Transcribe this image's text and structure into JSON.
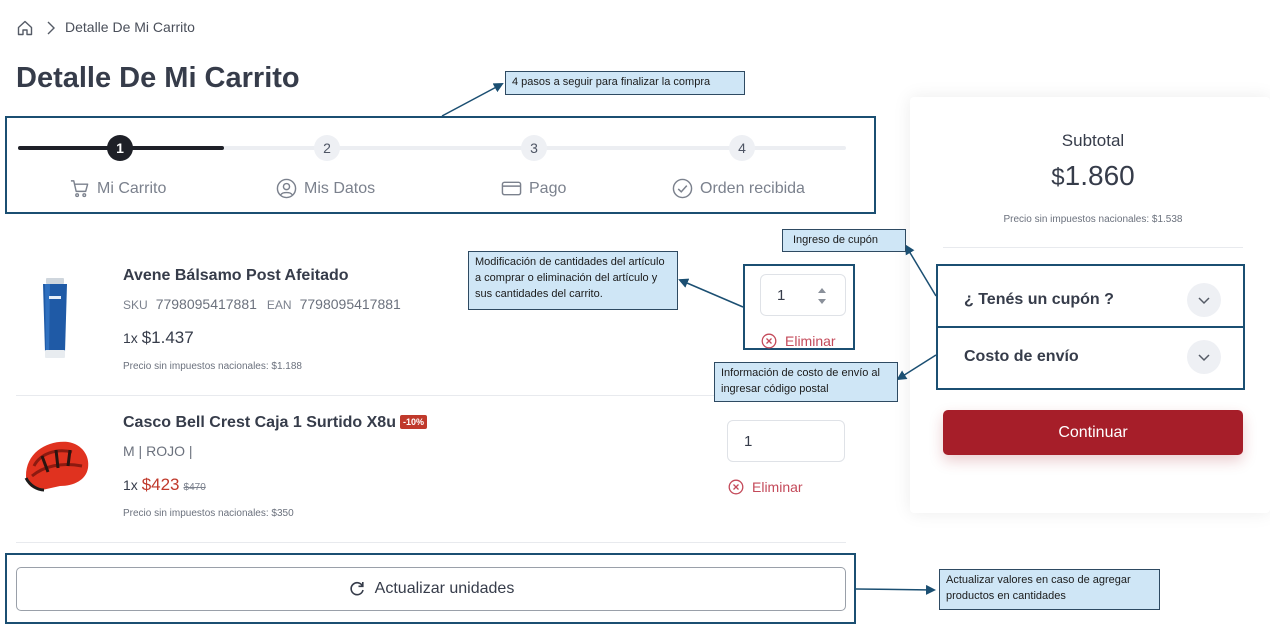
{
  "breadcrumb": {
    "home_icon": "home-icon",
    "current": "Detalle De Mi Carrito"
  },
  "page_title": "Detalle De Mi Carrito",
  "steps": [
    {
      "number": "1",
      "label": "Mi Carrito",
      "icon": "cart-icon"
    },
    {
      "number": "2",
      "label": "Mis Datos",
      "icon": "user-circle-icon"
    },
    {
      "number": "3",
      "label": "Pago",
      "icon": "credit-card-icon"
    },
    {
      "number": "4",
      "label": "Orden recibida",
      "icon": "check-circle-icon"
    }
  ],
  "items": [
    {
      "name": "Avene Bálsamo Post Afeitado",
      "sku_label": "SKU",
      "sku": "7798095417881",
      "ean_label": "EAN",
      "ean": "7798095417881",
      "qty_prefix": "1x",
      "currency": "$",
      "price": "1.437",
      "tax_note": "Precio sin impuestos nacionales: $1.188",
      "quantity": "1",
      "remove_label": "Eliminar"
    },
    {
      "name": "Casco Bell Crest Caja 1 Surtido X8u",
      "discount": "-10%",
      "variant": "M | ROJO |",
      "qty_prefix": "1x",
      "price": "$423",
      "old_price": "$470",
      "tax_note": "Precio sin impuestos nacionales: $350",
      "quantity": "1",
      "remove_label": "Eliminar"
    }
  ],
  "update_button": "Actualizar unidades",
  "summary": {
    "subtotal_label": "Subtotal",
    "subtotal_currency": "$",
    "subtotal_amount": "1.860",
    "tax_note": "Precio sin impuestos nacionales: $1.538",
    "coupon_label": "¿ Tenés un cupón ?",
    "shipping_label": "Costo de envío",
    "continue_label": "Continuar"
  },
  "annotations": {
    "steps": "4 pasos a seguir para finalizar la compra",
    "quantities": "Modificación de cantidades del artículo a comprar o eliminación del artículo y sus cantidades del carrito.",
    "coupon": "Ingreso de cupón",
    "shipping": "Información de costo de envío al ingresar código postal",
    "update": "Actualizar valores en caso de agregar productos en cantidades"
  },
  "colors": {
    "brand_red": "#a61e29",
    "annotation_border": "#1b4f72",
    "annotation_fill": "#cfe6f6",
    "remove_red": "#c44a5a"
  }
}
